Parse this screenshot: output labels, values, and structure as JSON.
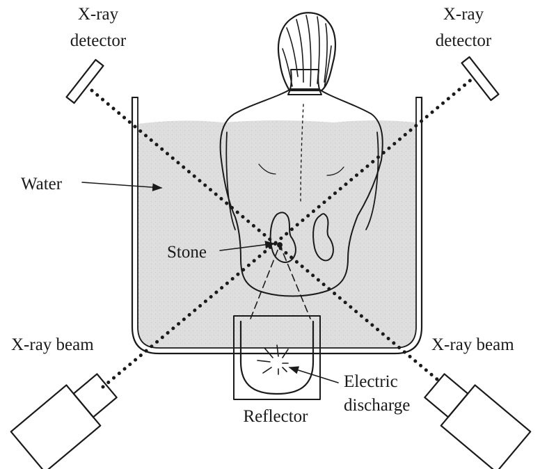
{
  "labels": {
    "detector_left_line1": "X-ray",
    "detector_left_line2": "detector",
    "detector_right_line1": "X-ray",
    "detector_right_line2": "detector",
    "water": "Water",
    "stone": "Stone",
    "beam_left": "X-ray beam",
    "beam_right": "X-ray beam",
    "reflector": "Reflector",
    "discharge_line1": "Electric",
    "discharge_line2": "discharge"
  },
  "colors": {
    "ink": "#1a1a1a",
    "water": "#dcdcdc",
    "background": "#ffffff"
  }
}
